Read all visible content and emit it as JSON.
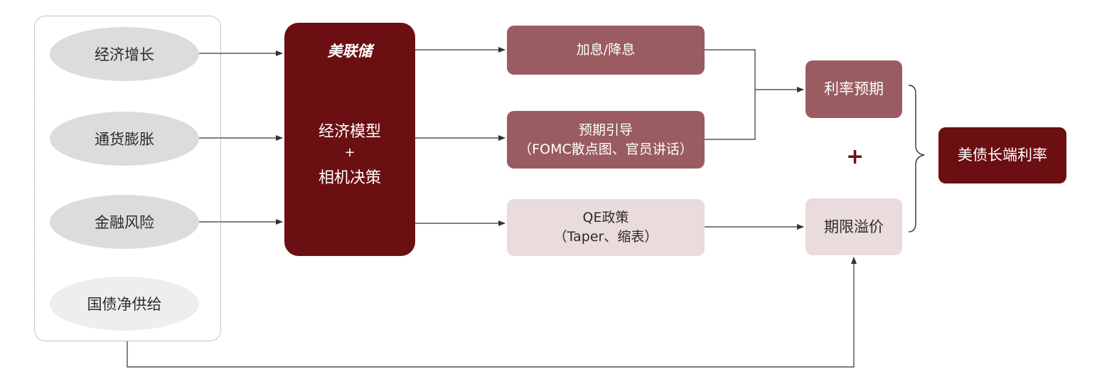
{
  "factors": [
    "经济增长",
    "通货膨胀",
    "金融风险",
    "国债净供给"
  ],
  "fed": {
    "name": "美联储",
    "line1": "经济模型",
    "line2": "+",
    "line3": "相机决策"
  },
  "tools": {
    "rate": {
      "label": "加息/降息"
    },
    "guidance": {
      "line1": "预期引导",
      "line2": "（FOMC散点图、官员讲话）"
    },
    "qe": {
      "line1": "QE政策",
      "line2": "（Taper、缩表）"
    }
  },
  "components": {
    "rate_expectation": "利率预期",
    "plus": "+",
    "term_premium": "期限溢价"
  },
  "result": "美债长端利率",
  "colors": {
    "deep_red": "#6b0f12",
    "dark_rose": "#9a5c60",
    "light_pink": "#eadcdc",
    "factor_gray": "#dcdcdc",
    "line": "#333333"
  }
}
